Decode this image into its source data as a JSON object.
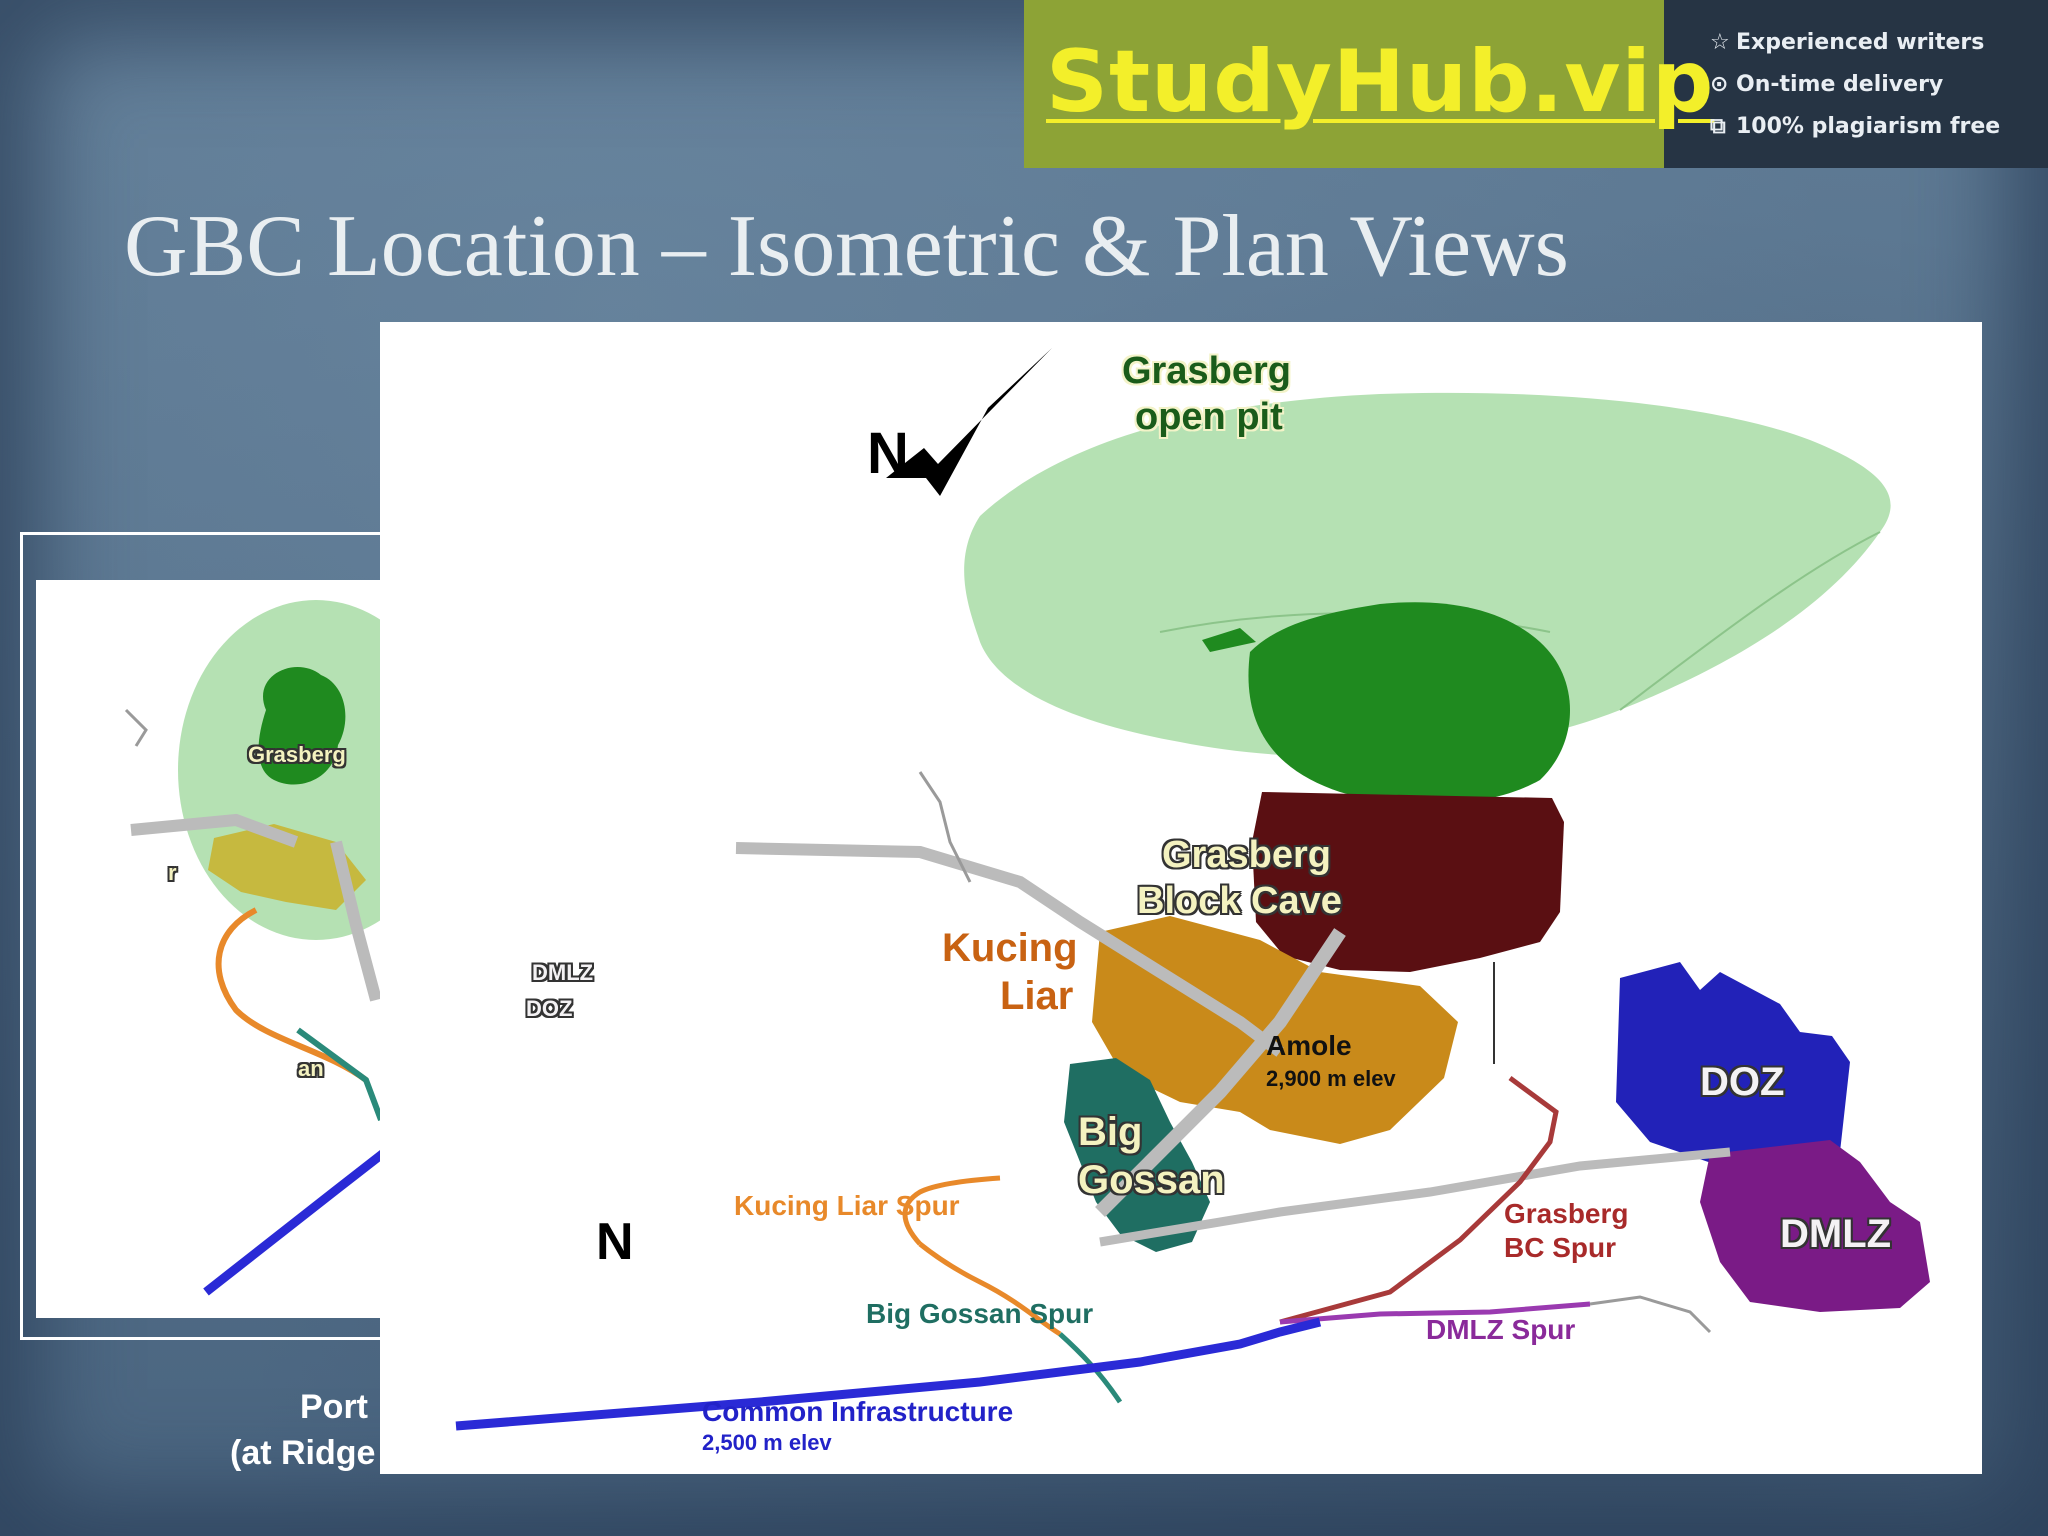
{
  "banner": {
    "brand": "StudyHub.vip",
    "features": [
      {
        "icon": "star-icon",
        "glyph": "☆",
        "text": "Experienced writers"
      },
      {
        "icon": "clock-icon",
        "glyph": "⊙",
        "text": "On-time delivery"
      },
      {
        "icon": "copy-icon",
        "glyph": "⧉",
        "text": "100% plagiarism free"
      }
    ]
  },
  "slide": {
    "title": "GBC Location – Isometric & Plan Views"
  },
  "plan_view": {
    "north": "N",
    "labels": {
      "grasberg": "Grasberg",
      "dmlz": "DMLZ",
      "doz": "DOZ",
      "clip_r": "r",
      "clip_an": "an"
    },
    "caption_line1": "Port",
    "caption_line2": "(at Ridge"
  },
  "isometric_view": {
    "north": "N",
    "labels": {
      "open_pit_1": "Grasberg",
      "open_pit_2": "open pit",
      "block_cave_1": "Grasberg",
      "block_cave_2": "Block Cave",
      "kucing_liar_1": "Kucing",
      "kucing_liar_2": "Liar",
      "amole_1": "Amole",
      "amole_2": "2,900 m elev",
      "big_gossan_1": "Big",
      "big_gossan_2": "Gossan",
      "doz": "DOZ",
      "dmlz": "DMLZ",
      "kucing_liar_spur": "Kucing Liar Spur",
      "big_gossan_spur": "Big Gossan Spur",
      "grasberg_bc_spur_1": "Grasberg",
      "grasberg_bc_spur_2": "BC Spur",
      "dmlz_spur": "DMLZ Spur",
      "common_infra_1": "Common Infrastructure",
      "common_infra_2": "2,500 m elev"
    }
  },
  "colors": {
    "banner_green": "#8da336",
    "brand_yellow": "#f3ef2a",
    "open_pit": "#a8dca6",
    "grasberg_ore": "#1f8a1f",
    "block_cave": "#5a0f12",
    "kucing_liar": "#c98a1a",
    "big_gossan": "#1f6e62",
    "doz": "#2222b8",
    "dmlz": "#7a1b86",
    "common_infra": "#2a2ad6",
    "kucing_liar_spur": "#e8892a",
    "big_gossan_spur": "#2a8a7a",
    "grasberg_bc_spur": "#a83a3a",
    "dmlz_spur": "#9a3ab0"
  }
}
